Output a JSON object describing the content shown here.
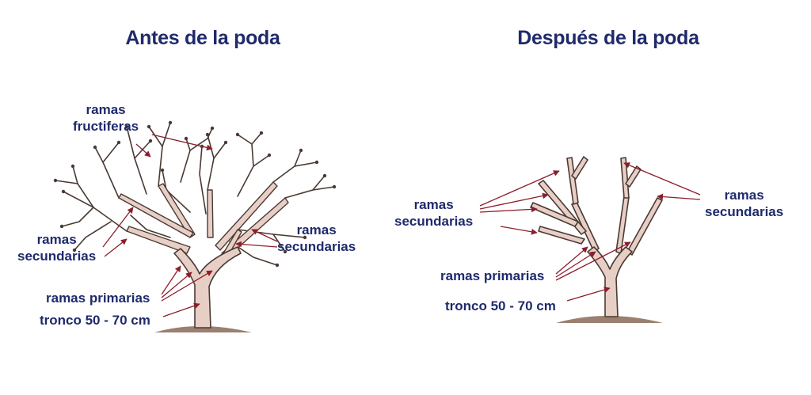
{
  "before": {
    "title": "Antes de la poda",
    "labels": {
      "fruiting_1": "ramas",
      "fruiting_2": "fructiferas",
      "secondary_left_1": "ramas",
      "secondary_left_2": "secundarias",
      "secondary_right_1": "ramas",
      "secondary_right_2": "secundarias",
      "primary": "ramas primarias",
      "trunk": "tronco 50 - 70 cm"
    }
  },
  "after": {
    "title": "Después de la poda",
    "labels": {
      "secondary_left_1": "ramas",
      "secondary_left_2": "secundarias",
      "secondary_right_1": "ramas",
      "secondary_right_2": "secundarias",
      "primary": "ramas primarias",
      "trunk": "tronco 50 - 70 cm"
    }
  },
  "colors": {
    "label_text": "#1f2a6b",
    "bark_fill": "#e8cfc6",
    "bark_outline": "#4a3a34",
    "arrow": "#8b1e2a",
    "ground": "#9a8070"
  }
}
